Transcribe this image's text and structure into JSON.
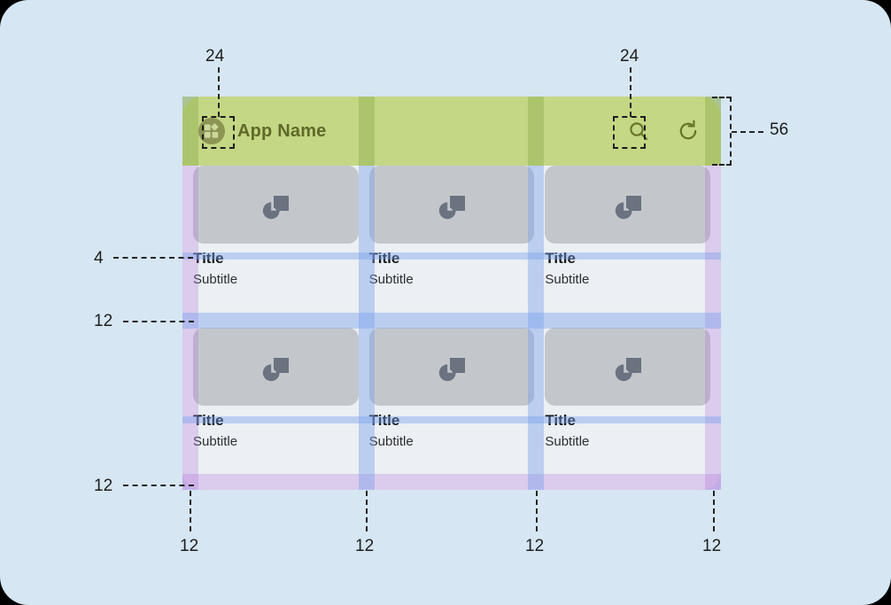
{
  "page": {
    "background": "#d6e6f2",
    "corner_radius": 32
  },
  "app": {
    "background": "#eceff3",
    "appbar": {
      "title": "App Name",
      "background": "#d9e8a4",
      "title_color": "#474c22",
      "height_label": "56",
      "menu_icon": "apps-grid-icon",
      "actions": [
        {
          "icon": "search-icon",
          "name": "search-button"
        },
        {
          "icon": "refresh-icon",
          "name": "refresh-button"
        }
      ]
    },
    "cards": [
      [
        {
          "title": "Title",
          "subtitle": "Subtitle",
          "media_icon": "broken-image-placeholder-icon"
        },
        {
          "title": "Title",
          "subtitle": "Subtitle",
          "media_icon": "broken-image-placeholder-icon"
        },
        {
          "title": "Title",
          "subtitle": "Subtitle",
          "media_icon": "broken-image-placeholder-icon"
        }
      ],
      [
        {
          "title": "Title",
          "subtitle": "Subtitle",
          "media_icon": "broken-image-placeholder-icon"
        },
        {
          "title": "Title",
          "subtitle": "Subtitle",
          "media_icon": "broken-image-placeholder-icon"
        },
        {
          "title": "Title",
          "subtitle": "Subtitle",
          "media_icon": "broken-image-placeholder-icon"
        }
      ]
    ]
  },
  "annotations": {
    "touch_target_menu": "24",
    "touch_target_search": "24",
    "appbar_height": "56",
    "media_to_title_gap": "4",
    "row_gap": "12",
    "bottom_padding": "12",
    "left_padding": "12",
    "column_gap_1": "12",
    "column_gap_2": "12",
    "right_padding": "12"
  },
  "colors": {
    "page_bg": "#d6e6f2",
    "appbar_bg": "#d9e8a4",
    "card_media": "#c3c7cc",
    "card_text_bg": "#eceff3",
    "gap_overlay": "#78a0eb",
    "padding_overlay": "#b070dc",
    "appbar_overlay": "#96af3c",
    "annotation": "#1d1d1d"
  }
}
